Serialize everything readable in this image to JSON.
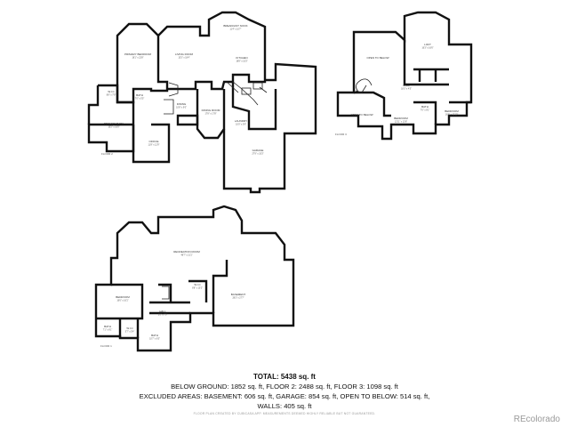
{
  "floor_labels": {
    "f1": "FLOOR 2",
    "f2": "FLOOR 3",
    "basement": "FLOOR 1"
  },
  "rooms": [
    {
      "id": "primary-bedroom",
      "name": "PRIMARY BEDROOM",
      "dim": "18'1\" x 22'8\""
    },
    {
      "id": "living-room",
      "name": "LIVING ROOM",
      "dim": "15'3\" x 18'4\""
    },
    {
      "id": "breakfast-nook",
      "name": "BREAKFAST NOOK",
      "dim": "11'4\" x 10'7\""
    },
    {
      "id": "kitchen",
      "name": "KITCHEN",
      "dim": "18'8\" x 15'3\""
    },
    {
      "id": "wic",
      "name": "W.I.C",
      "dim": "8'8\" x 7'9\""
    },
    {
      "id": "bath-main",
      "name": "BATH",
      "dim": "7'0\" x 5'5\""
    },
    {
      "id": "primary-bath",
      "name": "PRIMARY BATH",
      "dim": "15'2\" x 16'0\""
    },
    {
      "id": "dining-room",
      "name": "DINING ROOM",
      "dim": "17'8\" x 17'8\""
    },
    {
      "id": "dining",
      "name": "DINING",
      "dim": "10'8\" x 9'0\""
    },
    {
      "id": "laundry",
      "name": "LAUNDRY",
      "dim": "10'0\" x 5'9\""
    },
    {
      "id": "office",
      "name": "OFFICE",
      "dim": "11'8\" x 12'9\""
    },
    {
      "id": "garage",
      "name": "GARAGE",
      "dim": "27'9\" x 33'3\""
    },
    {
      "id": "open-below-1",
      "name": "OPEN TO BELOW",
      "dim": ""
    },
    {
      "id": "loft",
      "name": "LOFT",
      "dim": "16'3\" x 16'6\""
    },
    {
      "id": "hall",
      "name": "HALL",
      "dim": "18'3\" x 4'5\""
    },
    {
      "id": "open-below-2",
      "name": "OPEN TO BELOW",
      "dim": ""
    },
    {
      "id": "bedroom-up-1",
      "name": "BEDROOM",
      "dim": "12'11\" x 13'8\""
    },
    {
      "id": "bedroom-up-2",
      "name": "BEDROOM",
      "dim": "16'0\" x 12'10\""
    },
    {
      "id": "bath-up",
      "name": "BATH",
      "dim": "7'0\" x 8'1\""
    },
    {
      "id": "recreation-room",
      "name": "RECREATION ROOM",
      "dim": "48'7\" x 21'1\""
    },
    {
      "id": "bedroom-down",
      "name": "BEDROOM",
      "dim": "16'6\" x 16'1\""
    },
    {
      "id": "basement",
      "name": "BASEMENT",
      "dim": "28'3\" x 27'7\""
    },
    {
      "id": "bath-down",
      "name": "BATH",
      "dim": "7'1\" x 8'1\""
    },
    {
      "id": "hall-down",
      "name": "HALL",
      "dim": "3'0\" x 7'0\""
    },
    {
      "id": "wic-down",
      "name": "W.I.C",
      "dim": "5'7\" x 5'4\""
    },
    {
      "id": "bath-down-2",
      "name": "BATH",
      "dim": "10'7\" x 6'5\""
    },
    {
      "id": "wic-down-2",
      "name": "W.I.C",
      "dim": "8'8\" x 10'2\""
    }
  ],
  "summary": {
    "total": "TOTAL: 5438 sq. ft",
    "line1": "BELOW GROUND: 1852 sq. ft, FLOOR 2: 2488 sq. ft, FLOOR 3: 1098 sq. ft",
    "line2": "EXCLUDED AREAS: BASEMENT: 606 sq. ft, GARAGE: 854 sq. ft, OPEN TO BELOW: 514 sq. ft,",
    "line3": "WALLS: 405 sq. ft"
  },
  "disclaimer": "FLOOR PLAN CREATED BY CUBICASA APP. MEASUREMENTS DEEMED HIGHLY RELIABLE BUT NOT GUARANTEED.",
  "watermark": "REcolorado"
}
